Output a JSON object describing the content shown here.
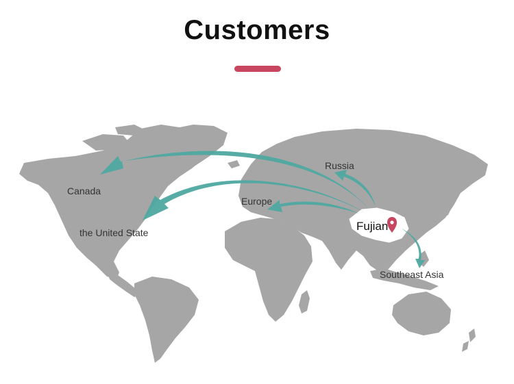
{
  "title": "Customers",
  "colors": {
    "accent": "#c8465f",
    "land": "#a6a6a6",
    "arrow": "#4ea8a0",
    "origin_region": "#ffffff"
  },
  "origin": {
    "label": "Fujian",
    "marker_icon": "map-pin-icon"
  },
  "destinations": [
    {
      "id": "canada",
      "label": "Canada"
    },
    {
      "id": "usa",
      "label": "the United State"
    },
    {
      "id": "europe",
      "label": "Europe"
    },
    {
      "id": "russia",
      "label": "Russia"
    },
    {
      "id": "southeast-asia",
      "label": "Southeast Asia"
    }
  ]
}
